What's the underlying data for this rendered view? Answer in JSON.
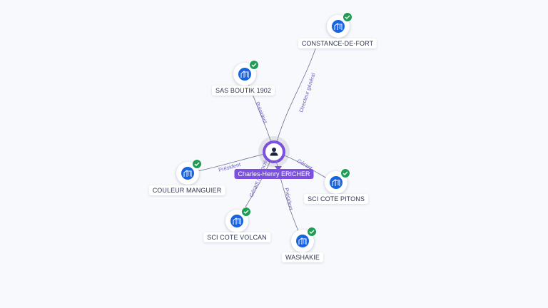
{
  "center": {
    "name": "Charles-Henry ERICHER",
    "icon": "person-icon",
    "color": "#7b4fe0"
  },
  "companies": [
    {
      "id": "constance",
      "name": "CONSTANCE-DE-FORT",
      "icon": "building-icon",
      "verified": true,
      "relation": "Directeur général"
    },
    {
      "id": "boutik",
      "name": "SAS BOUTIK 1902",
      "icon": "building-icon",
      "verified": true,
      "relation": "Président"
    },
    {
      "id": "manguier",
      "name": "COULEUR MANGUIER",
      "icon": "building-icon",
      "verified": true,
      "relation": "Président"
    },
    {
      "id": "pitons",
      "name": "SCI COTE PITONS",
      "icon": "building-icon",
      "verified": true,
      "relation": "Gérant"
    },
    {
      "id": "volcan",
      "name": "SCI COTE VOLCAN",
      "icon": "building-icon",
      "verified": true,
      "relation": "Gérant / Associé"
    },
    {
      "id": "washakie",
      "name": "WASHAKIE",
      "icon": "building-icon",
      "verified": true,
      "relation": "Président"
    }
  ],
  "colors": {
    "node_blue": "#1763e0",
    "verified_green": "#1f9d55",
    "edge": "#6b7390",
    "relation_text": "#6b63c9",
    "background": "#f8f9fd"
  }
}
